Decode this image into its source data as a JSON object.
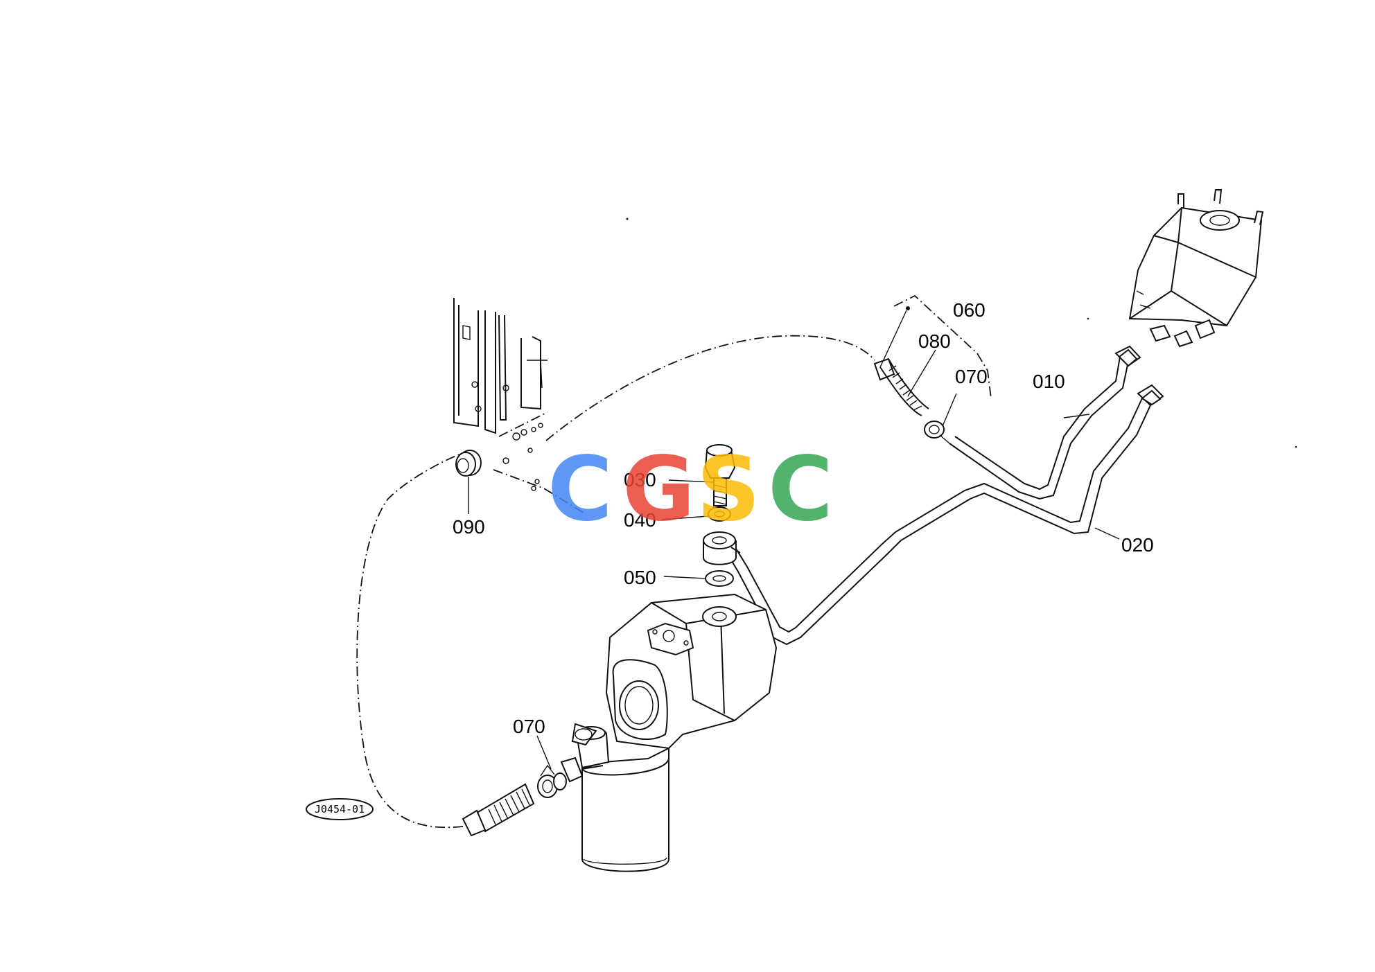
{
  "diagram": {
    "ref_code": "J0454-01",
    "labels": {
      "p010": "010",
      "p020": "020",
      "p030": "030",
      "p040": "040",
      "p050": "050",
      "p060": "060",
      "p070a": "070",
      "p070b": "070",
      "p080": "080",
      "p090": "090"
    }
  },
  "watermark": {
    "letters": [
      "C",
      "G",
      "S",
      "C"
    ],
    "colors": [
      "#4285F4",
      "#EA4335",
      "#FBBC05",
      "#34A853"
    ]
  }
}
